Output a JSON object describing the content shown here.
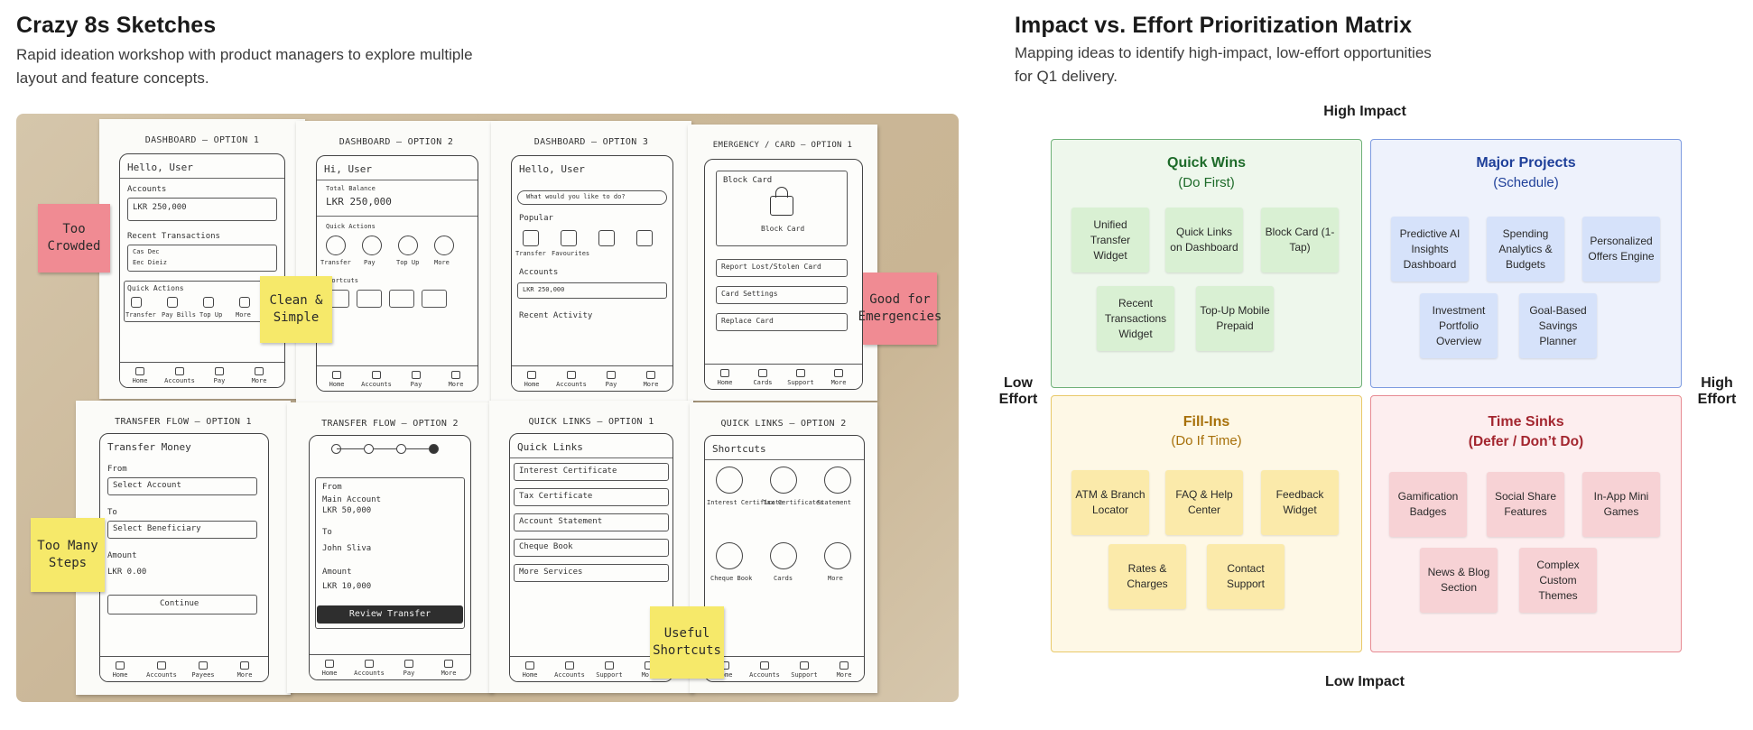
{
  "left": {
    "title": "Crazy 8s Sketches",
    "subtitle_line1": "Rapid ideation workshop with product managers to explore multiple",
    "subtitle_line2": "layout and feature concepts."
  },
  "sketches": {
    "s1": {
      "title": "DASHBOARD – OPTION 1",
      "hello": "Hello, User",
      "accounts": "Accounts",
      "balance": "LKR 250,000",
      "recent": "Recent Transactions",
      "row1": "Cas   Dec",
      "row2": "Eec   Dieiz",
      "quick": "Quick Actions",
      "actions": [
        "Transfer",
        "Pay Bills",
        "Top Up",
        "More"
      ],
      "nav": [
        "Home",
        "Accounts",
        "Pay",
        "More"
      ]
    },
    "s2": {
      "title": "DASHBOARD – OPTION 2",
      "hello": "Hi, User",
      "total": "Total Balance",
      "balance": "LKR 250,000",
      "quick": "Quick Actions",
      "actions": [
        "Transfer",
        "Pay",
        "Top Up",
        "More"
      ],
      "shortcuts": "Shortcuts",
      "nav": [
        "Home",
        "Accounts",
        "Pay",
        "More"
      ]
    },
    "s3": {
      "title": "DASHBOARD – OPTION 3",
      "hello": "Hello, User",
      "search": "What would you like to do?",
      "popular": "Popular",
      "pop_labels": [
        "Transfer",
        "Favourites"
      ],
      "accounts": "Accounts",
      "balance": "LKR 250,000",
      "recent": "Recent Activity",
      "nav": [
        "Home",
        "Accounts",
        "Pay",
        "More"
      ]
    },
    "s4": {
      "title": "EMERGENCY / CARD – OPTION 1",
      "block": "Block Card",
      "block2": "Block Card",
      "items": [
        "Report Lost/Stolen Card",
        "Card Settings",
        "Replace Card"
      ],
      "nav": [
        "Home",
        "Cards",
        "Support",
        "More"
      ]
    },
    "s5": {
      "title": "TRANSFER FLOW – OPTION 1",
      "heading": "Transfer Money",
      "from": "From",
      "select_account": "Select Account",
      "to": "To",
      "select_beneficiary": "Select Beneficiary",
      "amount": "Amount",
      "amount_val": "LKR 0.00",
      "continue": "Continue",
      "nav": [
        "Home",
        "Accounts",
        "Payees",
        "More"
      ]
    },
    "s6": {
      "title": "TRANSFER FLOW – OPTION 2",
      "from": "From",
      "account": "Main Account",
      "account_val": "LKR 50,000",
      "to": "To",
      "payee": "John Sliva",
      "amount": "Amount",
      "amount_val": "LKR 10,000",
      "review": "Review Transfer",
      "nav": [
        "Home",
        "Accounts",
        "Pay",
        "More"
      ]
    },
    "s7": {
      "title": "QUICK LINKS – OPTION 1",
      "heading": "Quick Links",
      "items": [
        "Interest Certificate",
        "Tax Certificate",
        "Account Statement",
        "Cheque Book",
        "More Services"
      ],
      "nav": [
        "Home",
        "Accounts",
        "Support",
        "More"
      ]
    },
    "s8": {
      "title": "QUICK LINKS – OPTION 2",
      "heading": "Shortcuts",
      "items": [
        "Interest Certificate",
        "Tax Certificates",
        "Statement",
        "Cheque Book",
        "Cards",
        "More"
      ],
      "nav": [
        "Home",
        "Accounts",
        "Support",
        "More"
      ]
    }
  },
  "stickies": {
    "too_crowded": "Too Crowded",
    "clean_simple": "Clean & Simple",
    "good_emergencies": "Good for Emergencies",
    "too_many_steps": "Too Many Steps",
    "useful_shortcuts": "Useful Shortcuts"
  },
  "right": {
    "title": "Impact vs. Effort Prioritization Matrix",
    "subtitle_line1": "Mapping ideas to identify high-impact, low-effort opportunities",
    "subtitle_line2": "for Q1 delivery."
  },
  "axes": {
    "top": "High Impact",
    "bottom": "Low Impact",
    "left_l1": "Low",
    "left_l2": "Effort",
    "right_l1": "High",
    "right_l2": "Effort"
  },
  "quadrants": {
    "quick_wins": {
      "title": "Quick Wins",
      "sub": "(Do First)",
      "color": "#1e6b2a",
      "cards": [
        "Unified Transfer Widget",
        "Quick Links on Dashboard",
        "Block Card (1-Tap)",
        "Recent Transactions Widget",
        "Top-Up Mobile Prepaid"
      ]
    },
    "major_projects": {
      "title": "Major Projects",
      "sub": "(Schedule)",
      "color": "#1e3f99",
      "cards": [
        "Predictive AI Insights Dashboard",
        "Spending Analytics & Budgets",
        "Personalized Offers Engine",
        "Investment Portfolio Overview",
        "Goal-Based Savings Planner"
      ]
    },
    "fill_ins": {
      "title": "Fill-Ins",
      "sub": "(Do If Time)",
      "color": "#a7700a",
      "cards": [
        "ATM & Branch Locator",
        "FAQ & Help Center",
        "Feedback Widget",
        "Rates & Charges",
        "Contact Support"
      ]
    },
    "time_sinks": {
      "title": "Time Sinks",
      "sub": "(Defer / Don’t Do)",
      "color": "#a3262f",
      "cards": [
        "Gamification Badges",
        "Social Share Features",
        "In-App Mini Games",
        "News & Blog Section",
        "Complex Custom Themes"
      ]
    }
  }
}
